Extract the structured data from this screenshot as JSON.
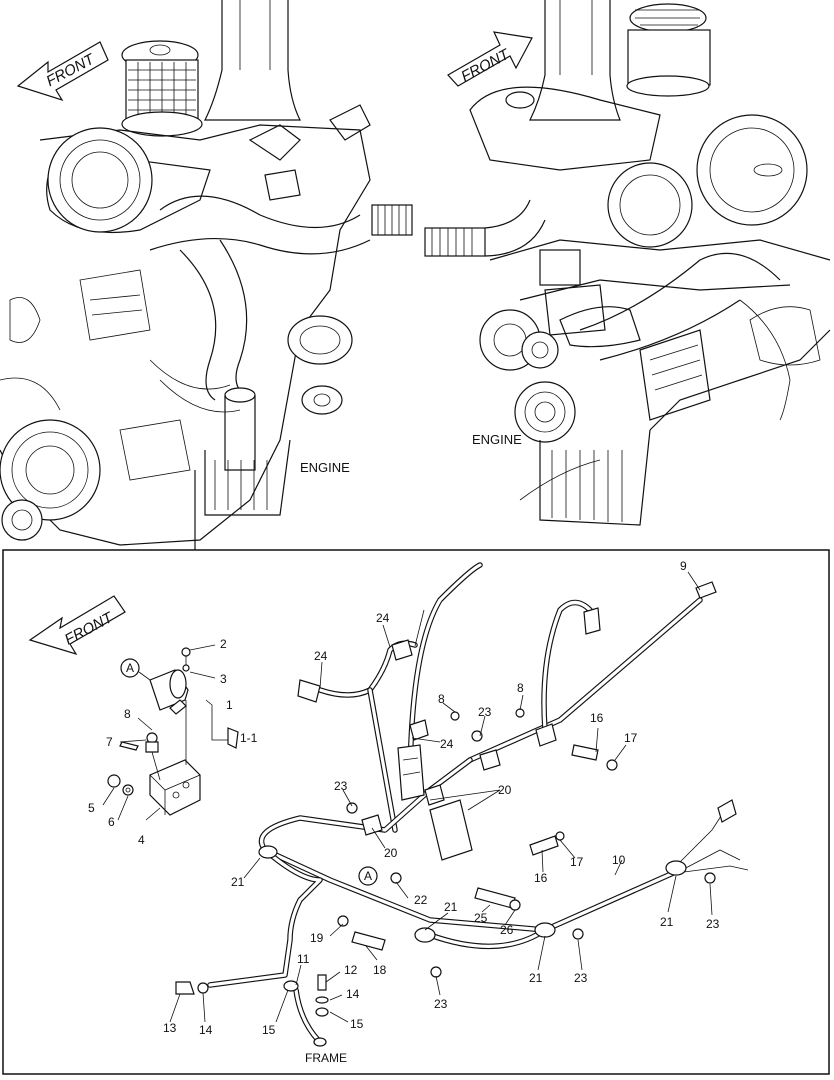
{
  "top_left": {
    "front_label": "FRONT",
    "engine_label": "ENGINE"
  },
  "top_right": {
    "front_label": "FRONT",
    "engine_label": "ENGINE"
  },
  "bottom": {
    "front_label": "FRONT",
    "frame_label": "FRAME",
    "detail_marker": "A",
    "callouts": [
      "1",
      "1-1",
      "2",
      "3",
      "4",
      "5",
      "6",
      "7",
      "8",
      "8",
      "8",
      "9",
      "10",
      "11",
      "12",
      "13",
      "14",
      "14",
      "15",
      "15",
      "16",
      "16",
      "17",
      "17",
      "18",
      "19",
      "20",
      "20",
      "21",
      "21",
      "21",
      "21",
      "22",
      "23",
      "23",
      "23",
      "23",
      "23",
      "24",
      "24",
      "24",
      "25",
      "26"
    ]
  }
}
